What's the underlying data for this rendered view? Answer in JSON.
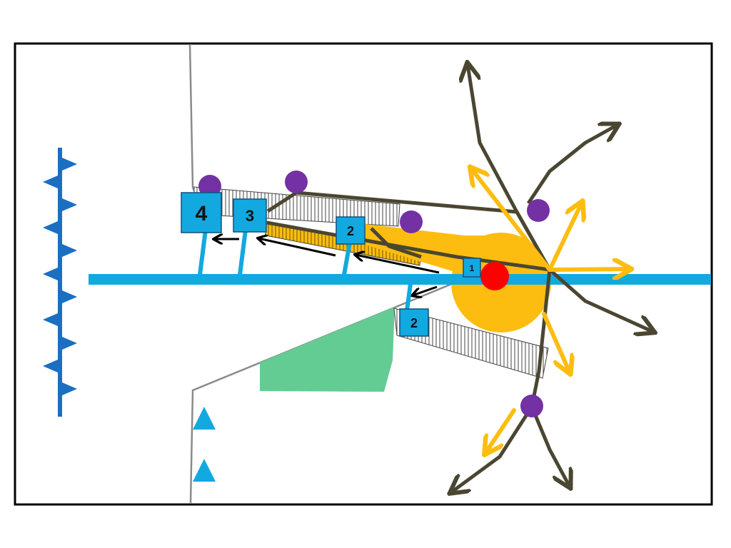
{
  "colors": {
    "frame": "#000000",
    "background": "#ffffff",
    "axis_blue": "#12a9e0",
    "front_blue": "#1a6fc1",
    "box_blue": "#12a9e0",
    "cloud_orange": "#fdbd10",
    "spread_orange": "#fdbd10",
    "branch_olive": "#4a4631",
    "node_purple": "#7431a3",
    "core_red": "#ff0000",
    "patch_green": "#63cc93",
    "outline_gray": "#8a8a8a",
    "arrow_black": "#000000",
    "hatch_gray": "#444444"
  },
  "labels": {
    "box_1": "1",
    "box_2_upper": "2",
    "box_2_lower": "2",
    "box_3": "3",
    "box_4": "4"
  },
  "icons": {
    "front_markers": "triangle-marker-icon",
    "blue_triangles": "triangle-icon",
    "core": "red-dot-icon",
    "nodes": "purple-dot-icon"
  }
}
